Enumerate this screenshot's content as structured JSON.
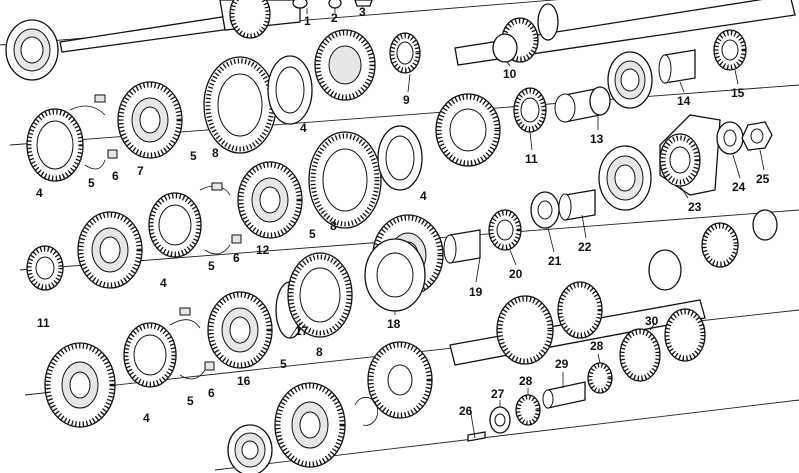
{
  "diagram": {
    "callouts": [
      "1",
      "2",
      "3",
      "4",
      "5",
      "6",
      "7",
      "8",
      "9",
      "10",
      "11",
      "12",
      "13",
      "14",
      "15",
      "16",
      "17",
      "18",
      "19",
      "20",
      "21",
      "22",
      "23",
      "24",
      "25",
      "26",
      "27",
      "28",
      "29",
      "30"
    ]
  },
  "labels": {
    "l1": "1",
    "l2": "2",
    "l3": "3",
    "l4a": "4",
    "l4b": "4",
    "l4c": "4",
    "l4d": "4",
    "l4e": "4",
    "l5a": "5",
    "l5b": "5",
    "l5c": "5",
    "l5d": "5",
    "l5e": "5",
    "l5f": "5",
    "l6a": "6",
    "l6b": "6",
    "l6c": "6",
    "l7": "7",
    "l8a": "8",
    "l8b": "8",
    "l8c": "8",
    "l9": "9",
    "l10": "10",
    "l11a": "11",
    "l11b": "11",
    "l12": "12",
    "l13": "13",
    "l14": "14",
    "l15": "15",
    "l16": "16",
    "l17": "17",
    "l18": "18",
    "l19": "19",
    "l20": "20",
    "l21": "21",
    "l22": "22",
    "l23": "23",
    "l24": "24",
    "l25": "25",
    "l26": "26",
    "l27": "27",
    "l28a": "28",
    "l28b": "28",
    "l29": "29",
    "l30": "30"
  }
}
